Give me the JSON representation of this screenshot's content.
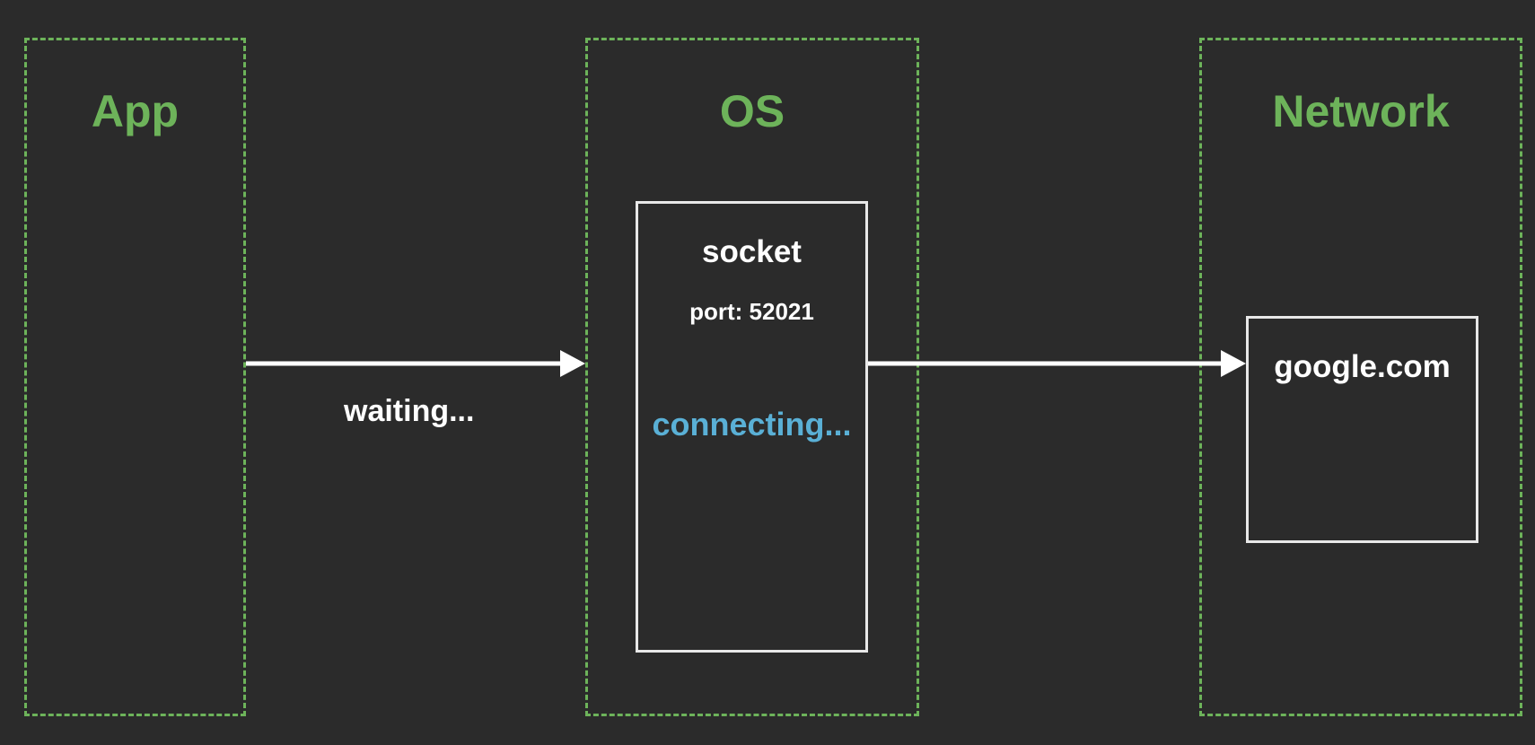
{
  "columns": {
    "app": {
      "title": "App"
    },
    "os": {
      "title": "OS"
    },
    "network": {
      "title": "Network"
    }
  },
  "socket": {
    "title": "socket",
    "port": "port: 52021",
    "status": "connecting..."
  },
  "remote": {
    "host": "google.com"
  },
  "edges": {
    "app_to_os": {
      "label": "waiting..."
    },
    "os_to_network": {
      "label": ""
    }
  },
  "colors": {
    "background": "#2b2b2b",
    "zone_border": "#6db35a",
    "zone_title": "#6db35a",
    "box_border": "#e8e8e8",
    "text": "#ffffff",
    "status": "#5ab0d6"
  }
}
